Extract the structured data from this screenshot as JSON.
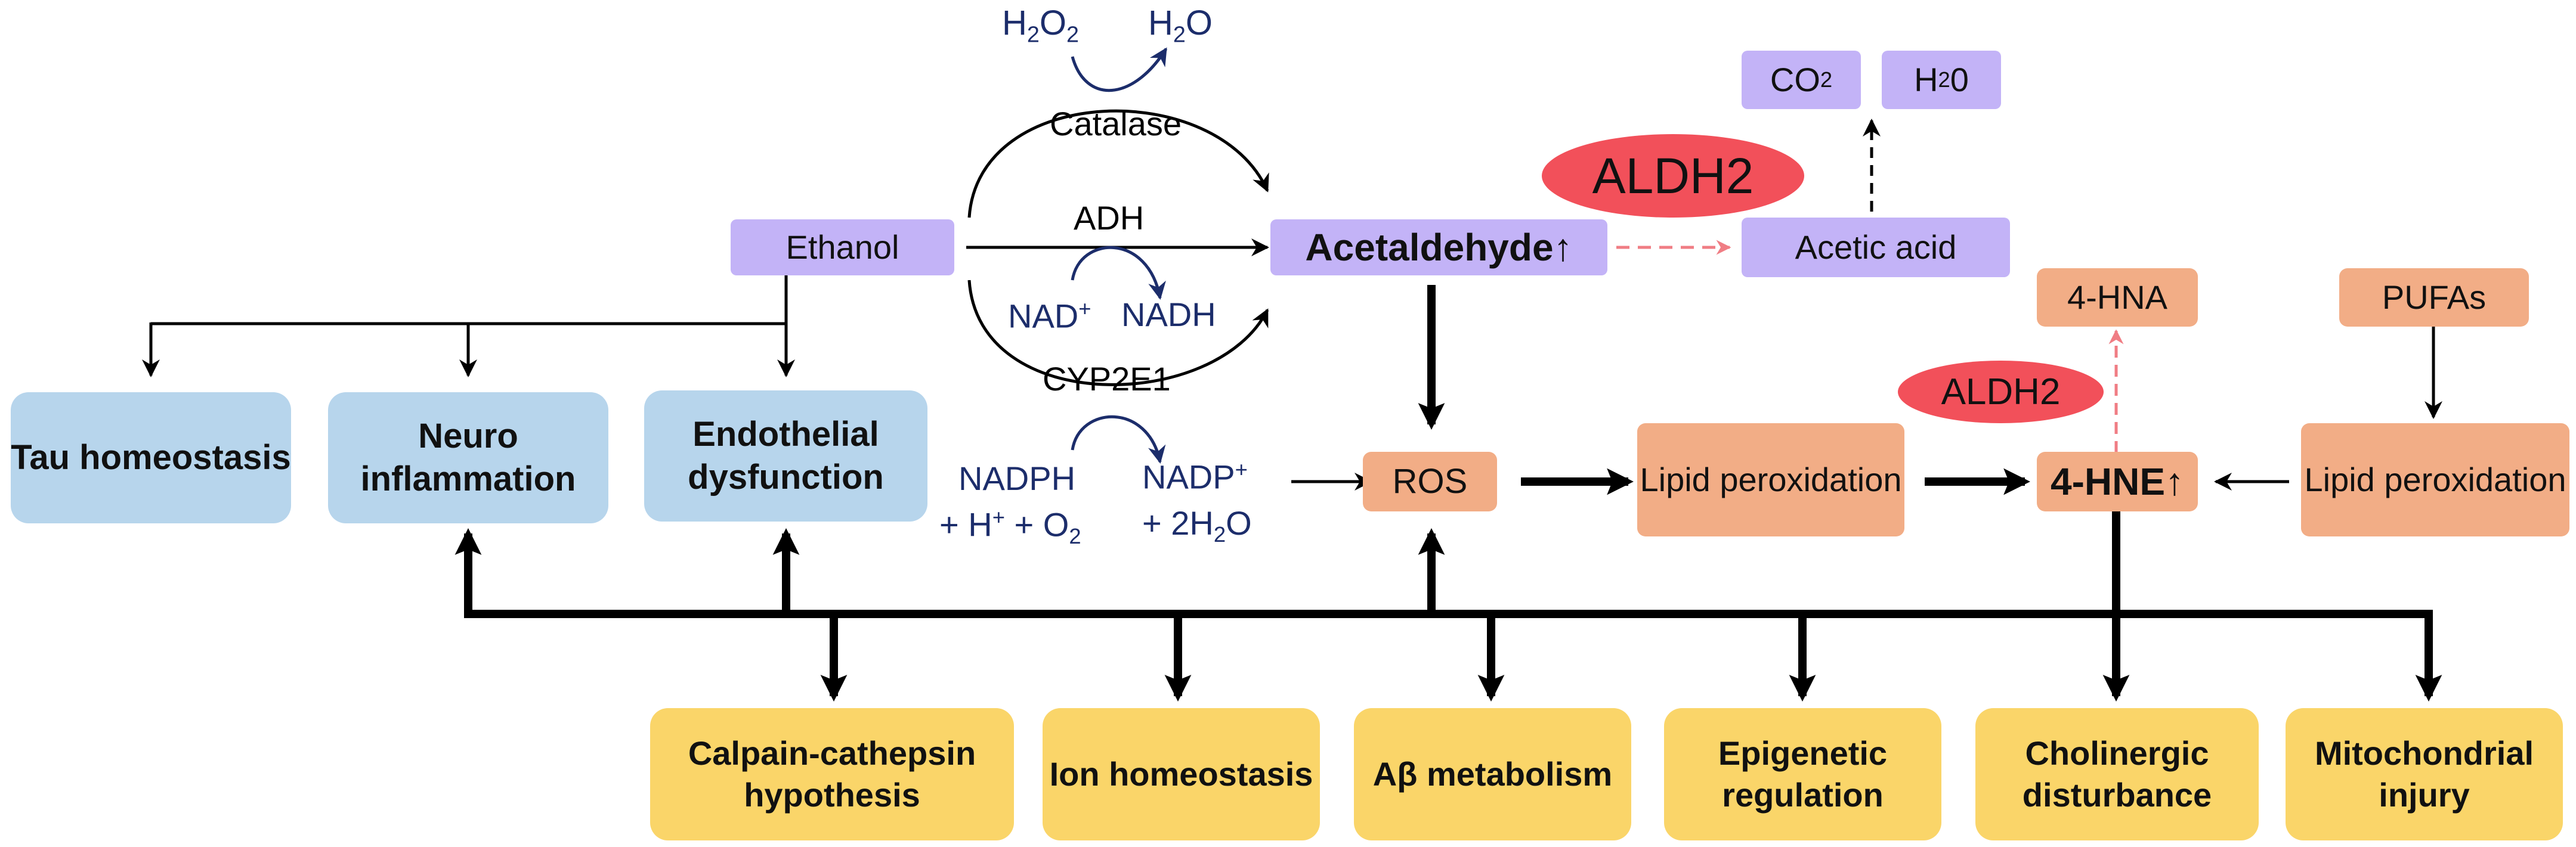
{
  "nodes": {
    "ethanol": "Ethanol",
    "acetaldehyde": "Acetaldehyde↑",
    "acetic_acid": "Acetic acid",
    "co2": {
      "main": "CO",
      "sub": "2"
    },
    "h2o_box": {
      "main": "H",
      "sub": "2",
      "tail": "0"
    },
    "aldh2_top": "ALDH2",
    "aldh2_mid": "ALDH2",
    "ros": "ROS",
    "lipid_perox_1": "Lipid peroxidation",
    "lipid_perox_2": "Lipid peroxidation",
    "hne": "4-HNE↑",
    "hna": "4-HNA",
    "pufas": "PUFAs"
  },
  "enzymes": {
    "catalase": "Catalase",
    "adh": "ADH",
    "cyp2e1": "CYP2E1"
  },
  "cofactors": {
    "h2o2": {
      "a": "H",
      "s1": "2",
      "b": "O",
      "s2": "2"
    },
    "h2o": {
      "a": "H",
      "s1": "2",
      "b": "O"
    },
    "nad": {
      "a": "NAD",
      "sup": "+"
    },
    "nadh": "NADH",
    "nadph_line1": "NADPH",
    "nadph_line2": {
      "a": "+ H",
      "sup": "+",
      "b": " + O",
      "sub": "2"
    },
    "nadp_line1": {
      "a": "NADP",
      "sup": "+"
    },
    "nadp_line2": {
      "a": "+ 2H",
      "sub": "2",
      "b": "O"
    }
  },
  "outcomes_top": {
    "tau": "Tau homeostasis",
    "neuro": "Neuro inflammation",
    "endo": "Endothelial dysfunction"
  },
  "outcomes_bottom": {
    "calpain": "Calpain-cathepsin hypothesis",
    "ion": "Ion homeostasis",
    "abeta": "Aβ metabolism",
    "epi": "Epigenetic regulation",
    "chol": "Cholinergic disturbance",
    "mito": "Mitochondrial injury"
  },
  "colors": {
    "purple": "#c3b3f7",
    "orange": "#f2ad86",
    "blue": "#b7d5ec",
    "yellow": "#fad569",
    "red": "#f2505a",
    "navy": "#1c2d6b",
    "dashed_red": "#f07d84"
  }
}
